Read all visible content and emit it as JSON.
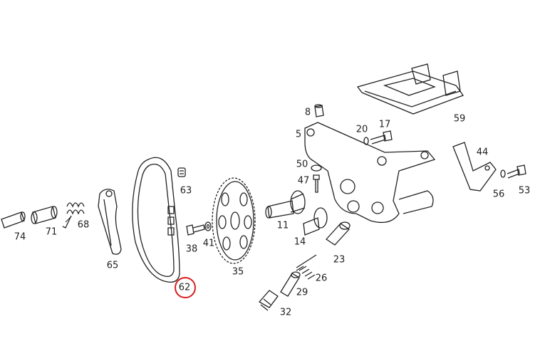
{
  "diagram": {
    "part_labels": [
      "74",
      "71",
      "68",
      "65",
      "62",
      "63",
      "38",
      "41",
      "35",
      "8",
      "5",
      "20",
      "17",
      "59",
      "50",
      "47",
      "11",
      "14",
      "23",
      "26",
      "29",
      "32",
      "44",
      "56",
      "53"
    ],
    "highlighted_part": "62",
    "highlight_color": "#d62020"
  }
}
